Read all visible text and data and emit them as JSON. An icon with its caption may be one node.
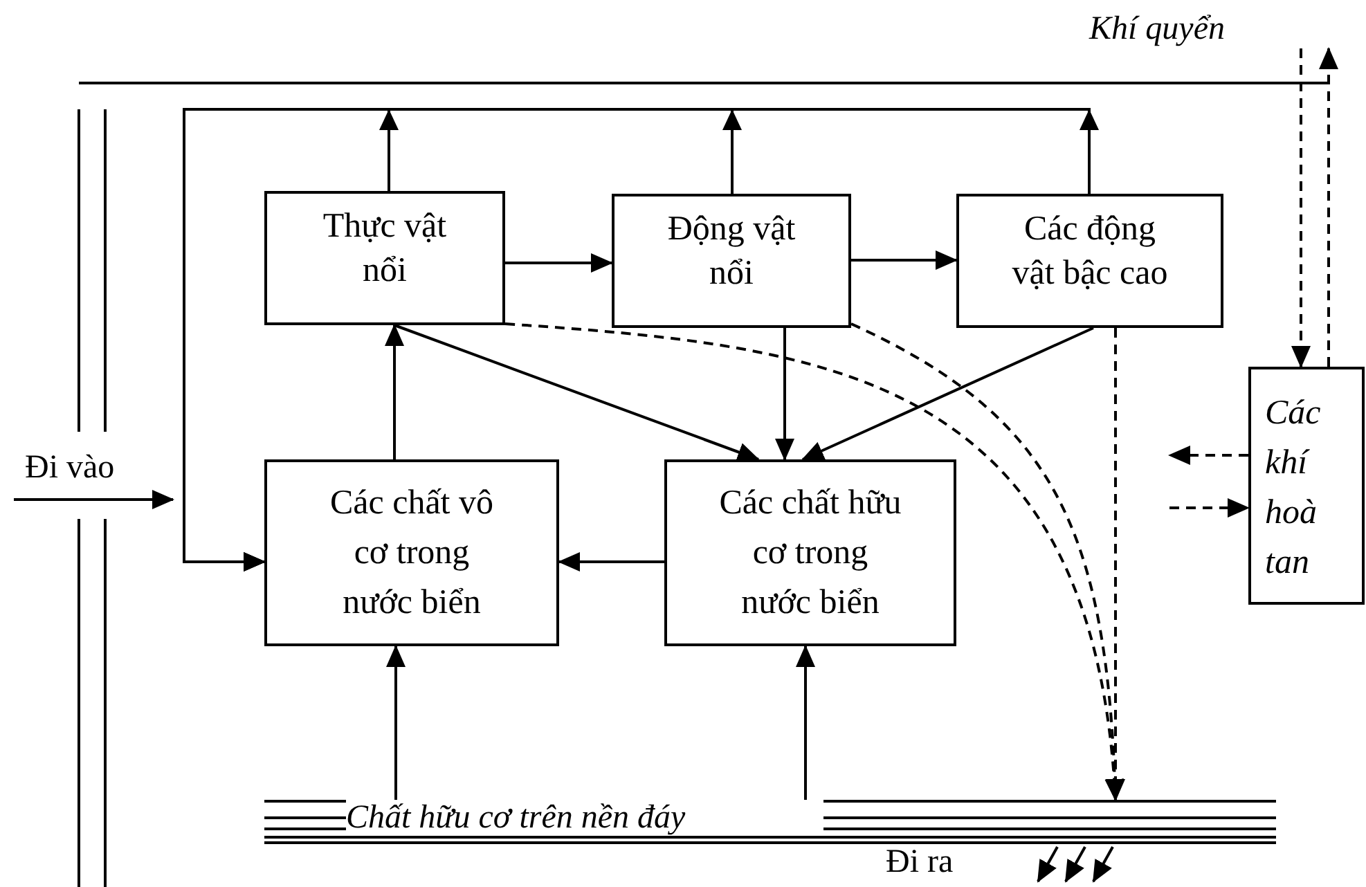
{
  "diagram": {
    "nodes": [
      {
        "text": [
          "Thực vật nổi"
        ]
      },
      {
        "text": [
          "Động vật nổi"
        ]
      },
      {
        "text": [
          "Các động vật bậc cao"
        ]
      },
      {
        "text": [
          "Các chất vô cơ trong nước biển"
        ]
      },
      {
        "text": [
          "Các chất hữu cơ trong nước biển"
        ]
      },
      {
        "text": [
          "Các khí hoà tan"
        ]
      },
      {
        "text": [
          "Chất hữu cơ trên nền đáy"
        ],
        "beside": [
          "Đi ra"
        ]
      }
    ],
    "edges": [
      {
        "from": 0,
        "to": 1,
        "arrow": "to"
      },
      {
        "from": 1,
        "to": 2,
        "arrow": "to"
      },
      {
        "from": 3,
        "to": 0,
        "arrow": "to"
      },
      {
        "from": 0,
        "to": 4,
        "arrow": "to"
      },
      {
        "from": 1,
        "to": 4,
        "arrow": "to"
      },
      {
        "from": 2,
        "to": 4,
        "arrow": "to"
      },
      {
        "from": 4,
        "to": 3,
        "arrow": "to"
      },
      {
        "from": 6,
        "to": 3,
        "arrow": "to"
      },
      {
        "from": 6,
        "to": 4,
        "arrow": "to"
      },
      {
        "from": 0,
        "to": 3,
        "arrow": "to"
      },
      {
        "from": 1,
        "to": 3,
        "arrow": "to"
      },
      {
        "from": 2,
        "to": 3,
        "arrow": "to"
      },
      {
        "from": 0,
        "to": 6,
        "arrow": "to",
        "style": "dashed"
      },
      {
        "from": 1,
        "to": 6,
        "arrow": "to",
        "style": "dashed"
      },
      {
        "from": 2,
        "to": 6,
        "arrow": "to",
        "style": "dashed"
      },
      {
        "from": null,
        "to": 5,
        "arrow": "to",
        "style": "dashed"
      },
      {
        "from": 5,
        "to": null,
        "arrow": "to",
        "style": "dashed"
      },
      {
        "from": 5,
        "to": null,
        "arrow": "to",
        "style": "dashed"
      },
      {
        "from": null,
        "to": 5,
        "arrow": "to",
        "style": "dashed"
      },
      {
        "from": 6,
        "to": null,
        "arrow": "to"
      },
      {
        "from": 6,
        "to": null,
        "arrow": "to"
      },
      {
        "from": 6,
        "to": null,
        "arrow": "to"
      }
    ],
    "labels": [
      "Khí quyển",
      "Đi vào"
    ]
  }
}
